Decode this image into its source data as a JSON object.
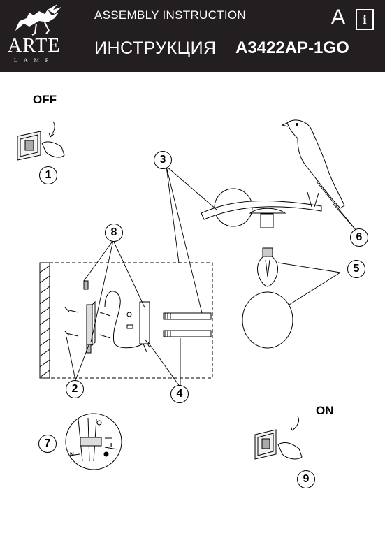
{
  "header": {
    "brand": "ARTE",
    "brand_sub": "LAMP",
    "title_en": "ASSEMBLY INSTRUCTION",
    "title_ru": "ИНСТРУКЦИЯ",
    "model": "A3422AP-1GO",
    "icon_letter": "A",
    "info_glyph": "i",
    "background": "#231f20"
  },
  "labels": {
    "off": "OFF",
    "on": "ON",
    "wire_l": "L",
    "wire_n": "N"
  },
  "steps": [
    "1",
    "2",
    "3",
    "4",
    "5",
    "6",
    "7",
    "8",
    "9"
  ]
}
